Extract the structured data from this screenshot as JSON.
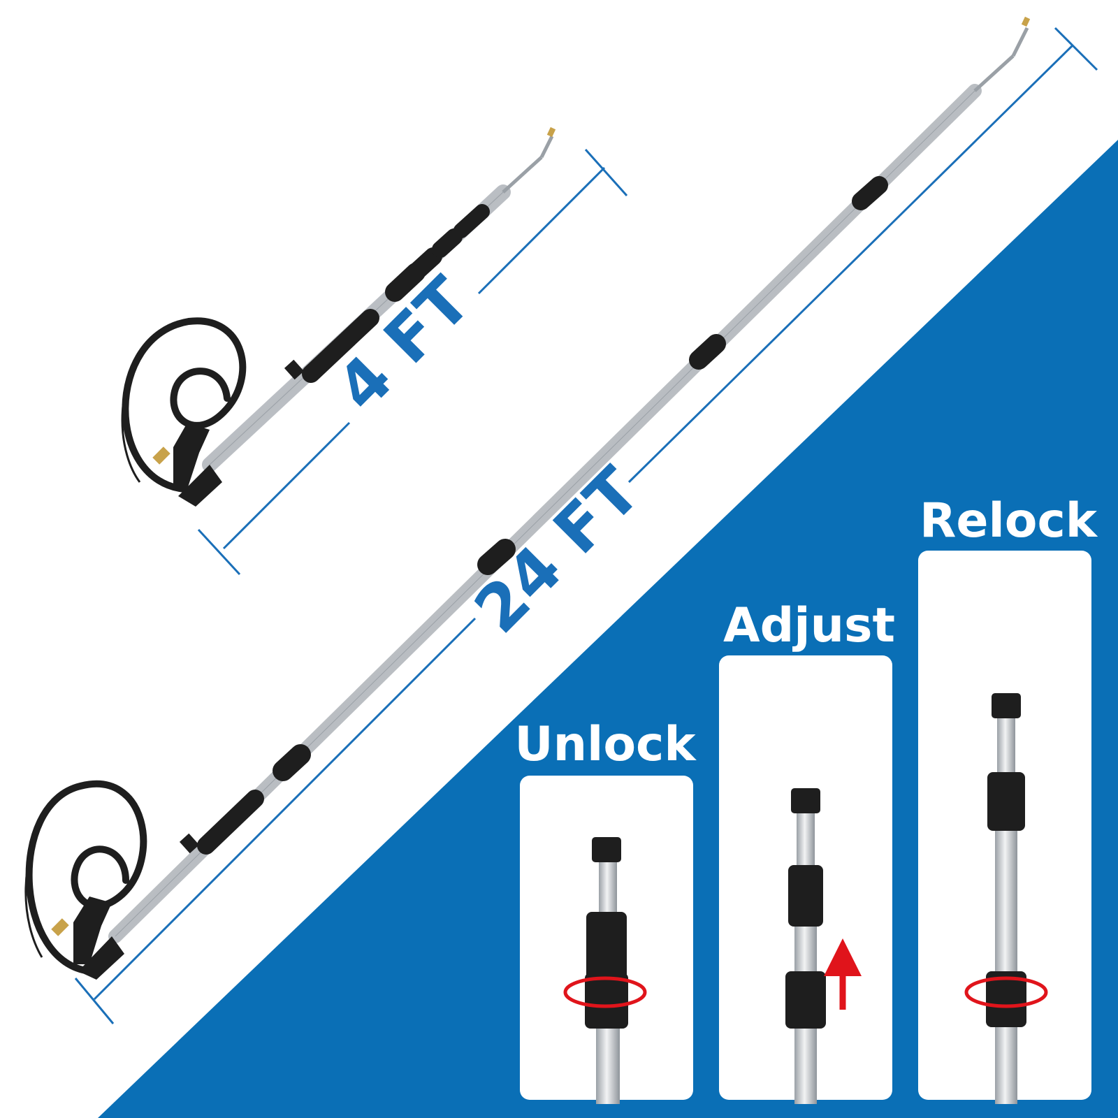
{
  "colors": {
    "brand_blue": "#0a6fb6",
    "dimension_blue": "#1a6fb8",
    "panel_bg": "#ffffff",
    "arrow_red": "#e0141b",
    "pole_silver": "#c9ccd0",
    "grip_black": "#1e1e1e",
    "brass": "#c8a24a"
  },
  "dimensions": {
    "short": "4 FT",
    "long": "24 FT"
  },
  "steps": [
    {
      "label": "Unlock",
      "arrow": "rotate"
    },
    {
      "label": "Adjust",
      "arrow": "up"
    },
    {
      "label": "Relock",
      "arrow": "rotate"
    }
  ]
}
